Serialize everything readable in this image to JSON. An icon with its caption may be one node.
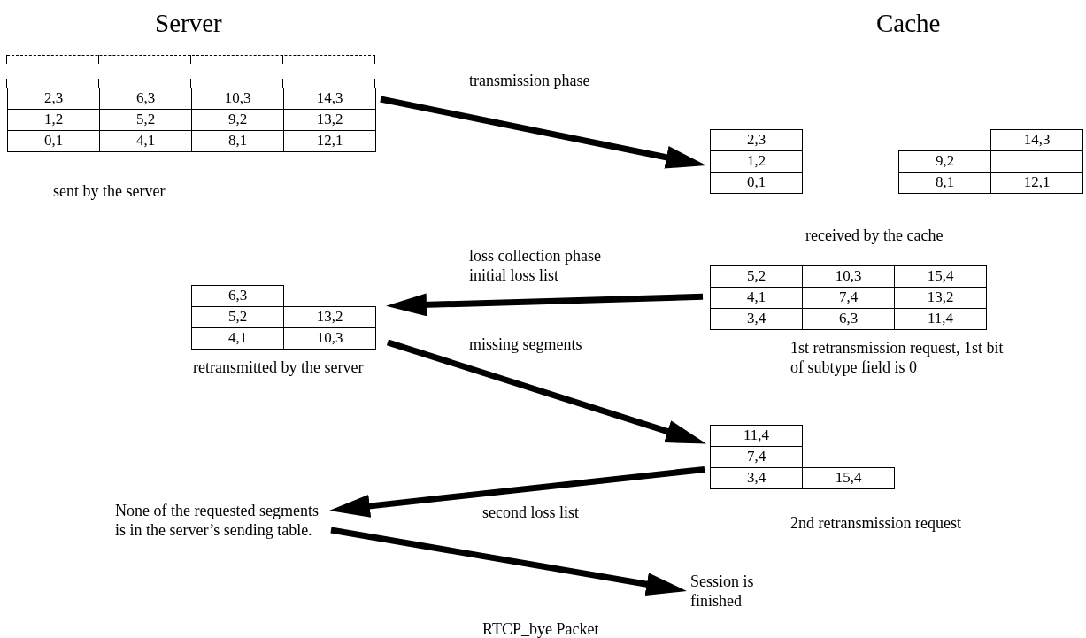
{
  "diagram": {
    "nodes": [
      {
        "text": [
          "2,3",
          "6,3",
          "10,3",
          "14,3",
          "1,2",
          "5,2",
          "9,2",
          "13,2",
          "0,1",
          "4,1",
          "8,1",
          "12,1"
        ],
        "beside": [
          "sent by the server"
        ]
      },
      {
        "text": [
          "2,3",
          "14,3",
          "1,2",
          "9,2",
          "0,1",
          "8,1",
          "12,1"
        ],
        "beside": [
          "received by the cache"
        ]
      },
      {
        "text": [
          "5,2",
          "10,3",
          "15,4",
          "4,1",
          "7,4",
          "13,2",
          "3,4",
          "6,3",
          "11,4"
        ],
        "beside": [
          "1st retransmission request, 1st bit of subtype field is 0"
        ]
      },
      {
        "text": [
          "6,3",
          "5,2",
          "13,2",
          "4,1",
          "10,3"
        ],
        "beside": [
          "retransmitted by the server"
        ]
      },
      {
        "text": [
          "11,4",
          "7,4",
          "3,4",
          "15,4"
        ],
        "beside": [
          "2nd retransmission request"
        ]
      },
      {
        "text": [
          "None of the requested segments is in the server’s sending table."
        ]
      },
      {
        "text": [
          "Session is finished"
        ]
      }
    ],
    "edges": [
      {
        "from": 0,
        "to": 1,
        "arrow": "to",
        "label": "transmission phase"
      },
      {
        "from": 2,
        "to": 3,
        "arrow": "to",
        "label": "loss collection phase initial loss list"
      },
      {
        "from": 3,
        "to": 4,
        "arrow": "to",
        "label": "missing segments"
      },
      {
        "from": 4,
        "to": 5,
        "arrow": "to",
        "label": "second loss list"
      },
      {
        "from": 5,
        "to": 6,
        "arrow": "to",
        "label": "RTCP_bye Packet"
      }
    ],
    "labels": [
      "Server",
      "Cache"
    ]
  }
}
